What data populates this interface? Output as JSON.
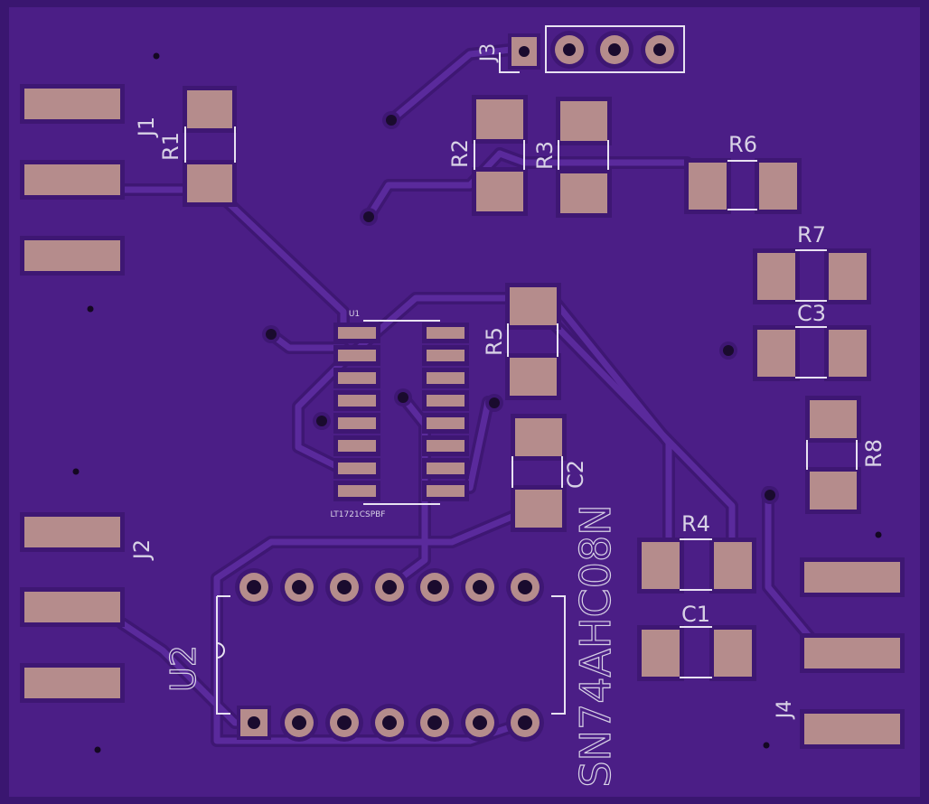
{
  "colors": {
    "board": "#4b1e86",
    "board_edge": "#3a1670",
    "copper": "#5a2a9c",
    "clearance": "#3e1773",
    "pad": "#b58c8c",
    "silk": "#d8d2e6",
    "via": "#1a0b2e",
    "outline": "#e8e2f2"
  },
  "labels": {
    "J1": "J1",
    "J2": "J2",
    "J3": "J3",
    "J4": "J4",
    "R1": "R1",
    "R2": "R2",
    "R3": "R3",
    "R4": "R4",
    "R5": "R5",
    "R6": "R6",
    "R7": "R7",
    "R8": "R8",
    "C1": "C1",
    "C2": "C2",
    "C3": "C3",
    "U1": "U1",
    "U1_part": "LT1721CSPBF",
    "U2": "U2",
    "U2_part": "SN74AHC08N"
  }
}
